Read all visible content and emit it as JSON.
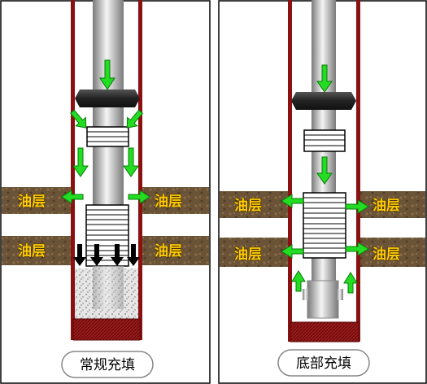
{
  "panels": [
    {
      "caption": "常规充填",
      "layer_labels": [
        "油层",
        "油层",
        "油层",
        "油层"
      ]
    },
    {
      "caption": "底部充填",
      "layer_labels": [
        "油层",
        "油层",
        "油层",
        "油层"
      ]
    }
  ],
  "colors": {
    "casing": "#8b1010",
    "oil_layer": "#6b5337",
    "arrow_green": "#22dd22",
    "arrow_black": "#000000",
    "packer": "#333333",
    "gravel_fill": "#cccccc",
    "sump": "#8b1010",
    "label_text": "#ffcc00"
  },
  "icons": {
    "flow_arrow": "green-arrow-icon",
    "settle_arrow": "black-down-arrow-icon"
  }
}
